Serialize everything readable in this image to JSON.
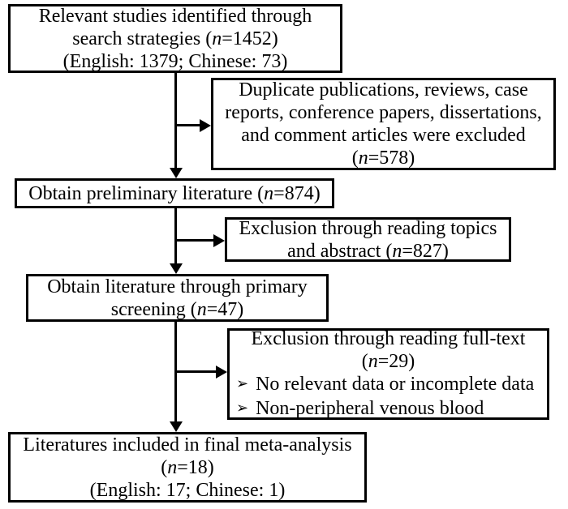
{
  "figure": {
    "description": "Literature selection flowchart for meta-analysis",
    "background_color": "#ffffff",
    "line_color": "#000000",
    "bullet_icon": "right-arrowhead",
    "boxes": {
      "identified": {
        "lines": [
          [
            {
              "t": "Relevant studies identified through"
            }
          ],
          [
            {
              "t": "search strategies ("
            },
            {
              "t": "n",
              "i": true
            },
            {
              "t": "=1452)"
            }
          ],
          [
            {
              "t": "(English: 1379; Chinese: 73)"
            }
          ]
        ]
      },
      "excluded_duplicates": {
        "lines": [
          [
            {
              "t": "Duplicate publications, reviews, case"
            }
          ],
          [
            {
              "t": "reports, conference papers, dissertations,"
            }
          ],
          [
            {
              "t": "and comment articles were excluded"
            }
          ],
          [
            {
              "t": "("
            },
            {
              "t": "n",
              "i": true
            },
            {
              "t": "=578)"
            }
          ]
        ]
      },
      "preliminary": {
        "lines": [
          [
            {
              "t": "Obtain preliminary literature ("
            },
            {
              "t": "n",
              "i": true
            },
            {
              "t": "=874)"
            }
          ]
        ]
      },
      "excluded_topics_abstract": {
        "lines": [
          [
            {
              "t": "Exclusion through reading topics"
            }
          ],
          [
            {
              "t": "and abstract ("
            },
            {
              "t": "n",
              "i": true
            },
            {
              "t": "=827)"
            }
          ]
        ]
      },
      "primary_screening": {
        "lines": [
          [
            {
              "t": "Obtain literature through primary"
            }
          ],
          [
            {
              "t": "screening ("
            },
            {
              "t": "n",
              "i": true
            },
            {
              "t": "=47)"
            }
          ]
        ]
      },
      "excluded_fulltext": {
        "lines": [
          [
            {
              "t": "Exclusion through reading full-text"
            }
          ],
          [
            {
              "t": "("
            },
            {
              "t": "n",
              "i": true
            },
            {
              "t": "=29)"
            }
          ],
          [
            {
              "t": "➢",
              "c": "bullet"
            },
            {
              "t": "No relevant data or incomplete data"
            }
          ],
          [
            {
              "t": "➢",
              "c": "bullet"
            },
            {
              "t": "Non-peripheral venous blood"
            }
          ]
        ]
      },
      "final_included": {
        "lines": [
          [
            {
              "t": "Literatures included in final meta-analysis"
            }
          ],
          [
            {
              "t": "("
            },
            {
              "t": "n",
              "i": true
            },
            {
              "t": "=18)"
            }
          ],
          [
            {
              "t": "(English: 17; Chinese: 1)"
            }
          ]
        ]
      }
    }
  }
}
